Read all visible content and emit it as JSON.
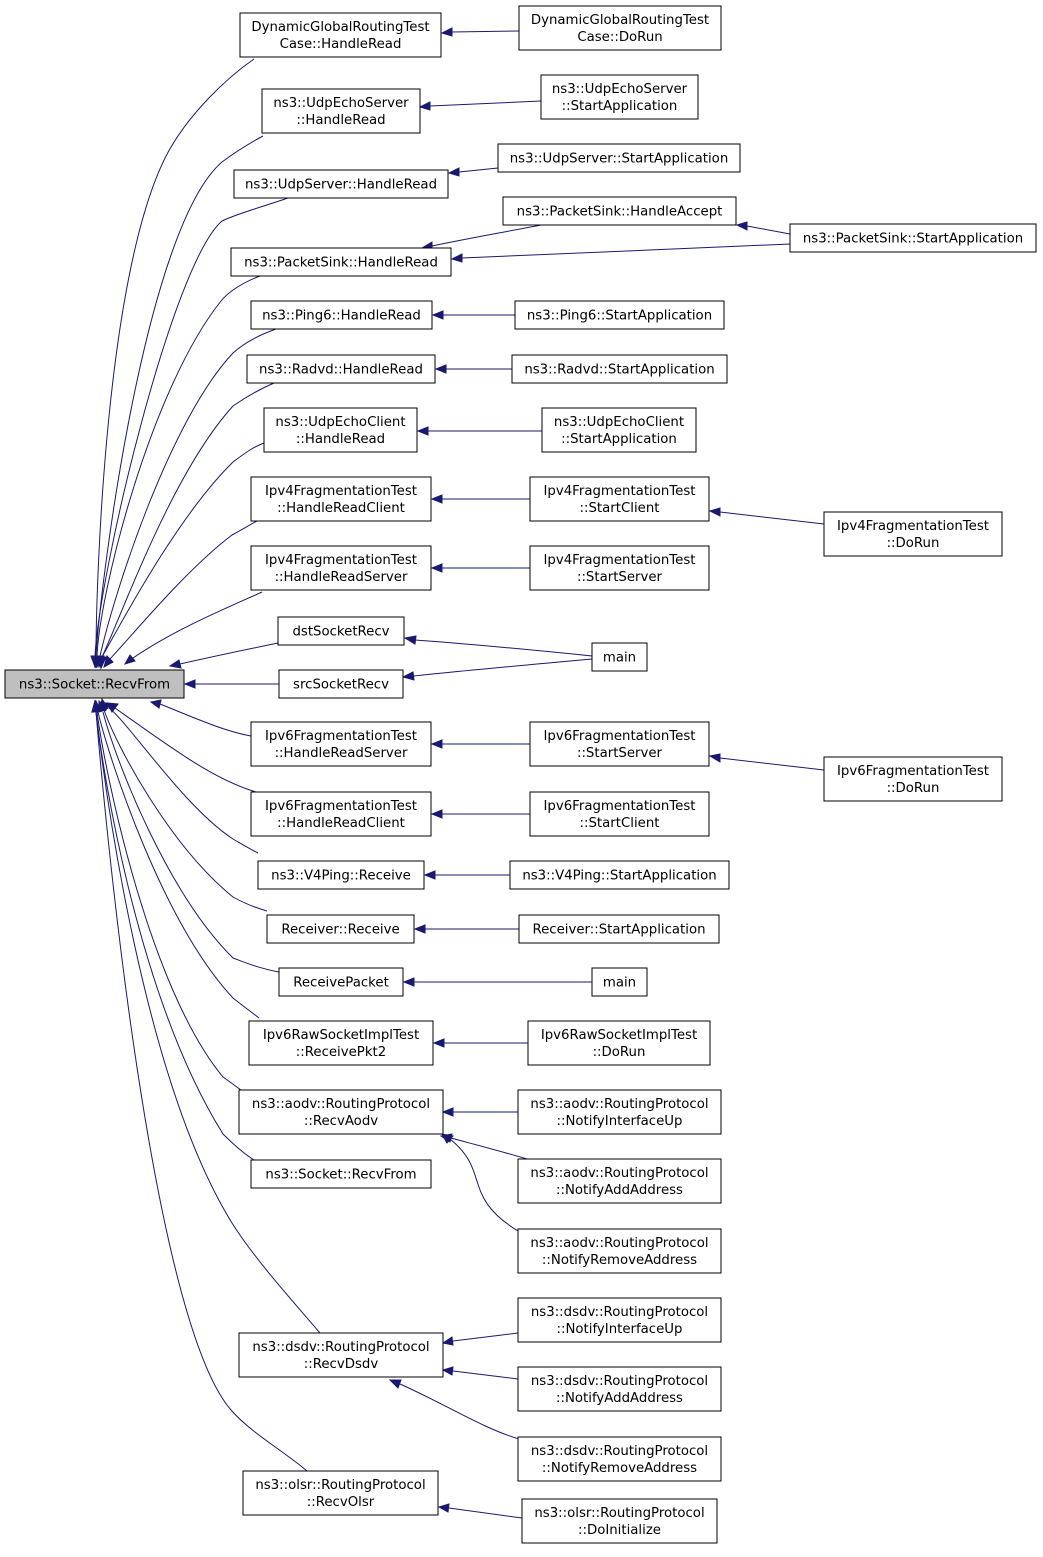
{
  "nodes": [
    {
      "id": "n0",
      "lines": [
        "ns3::Socket::RecvFrom"
      ],
      "root": true
    },
    {
      "id": "n1",
      "lines": [
        "DynamicGlobalRoutingTest",
        "Case::HandleRead"
      ]
    },
    {
      "id": "n2",
      "lines": [
        "DynamicGlobalRoutingTest",
        "Case::DoRun"
      ]
    },
    {
      "id": "n3",
      "lines": [
        "ns3::UdpEchoServer",
        "::HandleRead"
      ]
    },
    {
      "id": "n4",
      "lines": [
        "ns3::UdpEchoServer",
        "::StartApplication"
      ]
    },
    {
      "id": "n5",
      "lines": [
        "ns3::UdpServer::HandleRead"
      ]
    },
    {
      "id": "n6",
      "lines": [
        "ns3::UdpServer::StartApplication"
      ]
    },
    {
      "id": "n7",
      "lines": [
        "ns3::PacketSink::HandleRead"
      ]
    },
    {
      "id": "n8",
      "lines": [
        "ns3::PacketSink::HandleAccept"
      ]
    },
    {
      "id": "n9",
      "lines": [
        "ns3::PacketSink::StartApplication"
      ]
    },
    {
      "id": "n10",
      "lines": [
        "ns3::Ping6::HandleRead"
      ]
    },
    {
      "id": "n11",
      "lines": [
        "ns3::Ping6::StartApplication"
      ]
    },
    {
      "id": "n12",
      "lines": [
        "ns3::Radvd::HandleRead"
      ]
    },
    {
      "id": "n13",
      "lines": [
        "ns3::Radvd::StartApplication"
      ]
    },
    {
      "id": "n14",
      "lines": [
        "ns3::UdpEchoClient",
        "::HandleRead"
      ]
    },
    {
      "id": "n15",
      "lines": [
        "ns3::UdpEchoClient",
        "::StartApplication"
      ]
    },
    {
      "id": "n16",
      "lines": [
        "Ipv4FragmentationTest",
        "::HandleReadClient"
      ]
    },
    {
      "id": "n17",
      "lines": [
        "Ipv4FragmentationTest",
        "::StartClient"
      ]
    },
    {
      "id": "n18",
      "lines": [
        "Ipv4FragmentationTest",
        "::DoRun"
      ]
    },
    {
      "id": "n19",
      "lines": [
        "Ipv4FragmentationTest",
        "::HandleReadServer"
      ]
    },
    {
      "id": "n20",
      "lines": [
        "Ipv4FragmentationTest",
        "::StartServer"
      ]
    },
    {
      "id": "n21",
      "lines": [
        "dstSocketRecv"
      ]
    },
    {
      "id": "n22",
      "lines": [
        "main"
      ]
    },
    {
      "id": "n23",
      "lines": [
        "srcSocketRecv"
      ]
    },
    {
      "id": "n24",
      "lines": [
        "Ipv6FragmentationTest",
        "::HandleReadServer"
      ]
    },
    {
      "id": "n25",
      "lines": [
        "Ipv6FragmentationTest",
        "::StartServer"
      ]
    },
    {
      "id": "n26",
      "lines": [
        "Ipv6FragmentationTest",
        "::DoRun"
      ]
    },
    {
      "id": "n27",
      "lines": [
        "Ipv6FragmentationTest",
        "::HandleReadClient"
      ]
    },
    {
      "id": "n28",
      "lines": [
        "Ipv6FragmentationTest",
        "::StartClient"
      ]
    },
    {
      "id": "n29",
      "lines": [
        "ns3::V4Ping::Receive"
      ]
    },
    {
      "id": "n30",
      "lines": [
        "ns3::V4Ping::StartApplication"
      ]
    },
    {
      "id": "n31",
      "lines": [
        "Receiver::Receive"
      ]
    },
    {
      "id": "n32",
      "lines": [
        "Receiver::StartApplication"
      ]
    },
    {
      "id": "n33",
      "lines": [
        "ReceivePacket"
      ]
    },
    {
      "id": "n34",
      "lines": [
        "main"
      ]
    },
    {
      "id": "n35",
      "lines": [
        "Ipv6RawSocketImplTest",
        "::ReceivePkt2"
      ]
    },
    {
      "id": "n36",
      "lines": [
        "Ipv6RawSocketImplTest",
        "::DoRun"
      ]
    },
    {
      "id": "n37",
      "lines": [
        "ns3::aodv::RoutingProtocol",
        "::RecvAodv"
      ]
    },
    {
      "id": "n38",
      "lines": [
        "ns3::aodv::RoutingProtocol",
        "::NotifyInterfaceUp"
      ]
    },
    {
      "id": "n39",
      "lines": [
        "ns3::aodv::RoutingProtocol",
        "::NotifyAddAddress"
      ]
    },
    {
      "id": "n40",
      "lines": [
        "ns3::aodv::RoutingProtocol",
        "::NotifyRemoveAddress"
      ]
    },
    {
      "id": "n41",
      "lines": [
        "ns3::Socket::RecvFrom"
      ]
    },
    {
      "id": "n42",
      "lines": [
        "ns3::dsdv::RoutingProtocol",
        "::RecvDsdv"
      ]
    },
    {
      "id": "n43",
      "lines": [
        "ns3::dsdv::RoutingProtocol",
        "::NotifyInterfaceUp"
      ]
    },
    {
      "id": "n44",
      "lines": [
        "ns3::dsdv::RoutingProtocol",
        "::NotifyAddAddress"
      ]
    },
    {
      "id": "n45",
      "lines": [
        "ns3::dsdv::RoutingProtocol",
        "::NotifyRemoveAddress"
      ]
    },
    {
      "id": "n46",
      "lines": [
        "ns3::olsr::RoutingProtocol",
        "::RecvOlsr"
      ]
    },
    {
      "id": "n47",
      "lines": [
        "ns3::olsr::RoutingProtocol",
        "::DoInitialize"
      ]
    }
  ],
  "edges": [
    {
      "from": "n1",
      "to": "n0"
    },
    {
      "from": "n2",
      "to": "n1"
    },
    {
      "from": "n3",
      "to": "n0"
    },
    {
      "from": "n4",
      "to": "n3"
    },
    {
      "from": "n5",
      "to": "n0"
    },
    {
      "from": "n6",
      "to": "n5"
    },
    {
      "from": "n7",
      "to": "n0"
    },
    {
      "from": "n8",
      "to": "n7"
    },
    {
      "from": "n9",
      "to": "n7"
    },
    {
      "from": "n9",
      "to": "n8"
    },
    {
      "from": "n10",
      "to": "n0"
    },
    {
      "from": "n11",
      "to": "n10"
    },
    {
      "from": "n12",
      "to": "n0"
    },
    {
      "from": "n13",
      "to": "n12"
    },
    {
      "from": "n14",
      "to": "n0"
    },
    {
      "from": "n15",
      "to": "n14"
    },
    {
      "from": "n16",
      "to": "n0"
    },
    {
      "from": "n17",
      "to": "n16"
    },
    {
      "from": "n18",
      "to": "n17"
    },
    {
      "from": "n19",
      "to": "n0"
    },
    {
      "from": "n20",
      "to": "n19"
    },
    {
      "from": "n18",
      "to": "n20"
    },
    {
      "from": "n21",
      "to": "n0"
    },
    {
      "from": "n22",
      "to": "n21"
    },
    {
      "from": "n23",
      "to": "n0"
    },
    {
      "from": "n22",
      "to": "n23"
    },
    {
      "from": "n24",
      "to": "n0"
    },
    {
      "from": "n25",
      "to": "n24"
    },
    {
      "from": "n26",
      "to": "n25"
    },
    {
      "from": "n27",
      "to": "n0"
    },
    {
      "from": "n28",
      "to": "n27"
    },
    {
      "from": "n26",
      "to": "n28"
    },
    {
      "from": "n29",
      "to": "n0"
    },
    {
      "from": "n30",
      "to": "n29"
    },
    {
      "from": "n31",
      "to": "n0"
    },
    {
      "from": "n32",
      "to": "n31"
    },
    {
      "from": "n33",
      "to": "n0"
    },
    {
      "from": "n34",
      "to": "n33"
    },
    {
      "from": "n35",
      "to": "n0"
    },
    {
      "from": "n36",
      "to": "n35"
    },
    {
      "from": "n37",
      "to": "n0"
    },
    {
      "from": "n38",
      "to": "n37"
    },
    {
      "from": "n39",
      "to": "n37"
    },
    {
      "from": "n40",
      "to": "n37"
    },
    {
      "from": "n41",
      "to": "n0"
    },
    {
      "from": "n42",
      "to": "n0"
    },
    {
      "from": "n43",
      "to": "n42"
    },
    {
      "from": "n44",
      "to": "n42"
    },
    {
      "from": "n45",
      "to": "n42"
    },
    {
      "from": "n46",
      "to": "n0"
    },
    {
      "from": "n47",
      "to": "n46"
    }
  ]
}
